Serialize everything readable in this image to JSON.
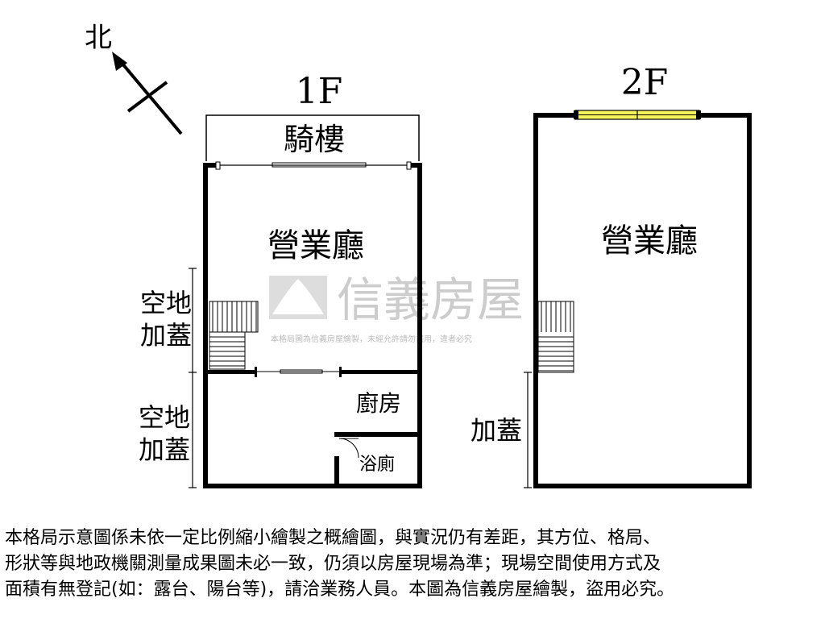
{
  "compass": {
    "label": "北"
  },
  "floors": [
    {
      "title": "1F",
      "rooms": {
        "arcade": "騎樓",
        "hall": "營業廳",
        "kitchen": "廚房",
        "bath": "浴廁"
      },
      "side_labels": [
        [
          "空地",
          "加蓋"
        ],
        [
          "空地",
          "加蓋"
        ]
      ]
    },
    {
      "title": "2F",
      "rooms": {
        "hall": "營業廳"
      },
      "side_labels": [
        [
          "加蓋"
        ]
      ]
    }
  ],
  "watermark": {
    "brand": "信義房屋",
    "sub": "本格局圖為信義房屋繪製，未經允許請勿盜用，違者必究"
  },
  "disclaimer": [
    "本格局示意圖係未依一定比例縮小繪製之概繪圖，與實況仍有差距，其方位、格局、",
    "形狀等與地政機關測量成果圖未必一致，仍須以房屋現場為準；現場空間使用方式及",
    "面積有無登記(如：露台、陽台等)，請洽業務人員。本圖為信義房屋繪製，盜用必究。"
  ],
  "colors": {
    "wall": "#000000",
    "window": "#f3f35a",
    "watermark": "#c8c8c8"
  }
}
